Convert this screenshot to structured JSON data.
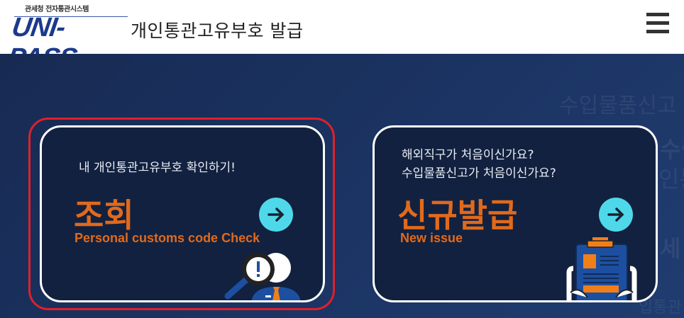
{
  "header": {
    "logo_subtitle": "관세청 전자통관시스템",
    "logo_text": "UNI-PASS",
    "title": "개인통관고유부호 발급",
    "menu_icon": "hamburger-menu-icon"
  },
  "background_watermark": [
    "수입물품신고",
    "수출",
    "인통",
    "세",
    "입통관"
  ],
  "cards": [
    {
      "description": "내 개인통관고유부호 확인하기!",
      "title": "조회",
      "subtitle": "Personal customs code Check",
      "icon": "arrow-right-icon",
      "illustration": "magnifier-person-icon"
    },
    {
      "description_line1": "해외직구가 처음이신가요?",
      "description_line2": "수입물품신고가 처음이신가요?",
      "title": "신규발급",
      "subtitle": "New issue",
      "icon": "arrow-right-icon",
      "illustration": "clipboard-icon"
    }
  ],
  "colors": {
    "accent_orange": "#e06a1c",
    "arrow_cyan": "#4fd8ea",
    "background": "#1c3565",
    "card": "#12213f",
    "selection": "#e0202a"
  }
}
